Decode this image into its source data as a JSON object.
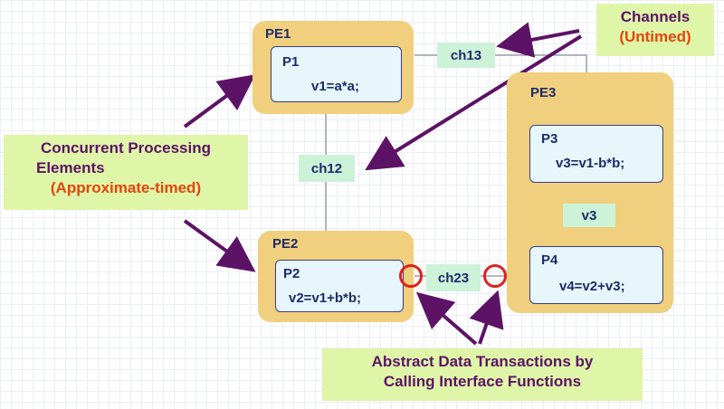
{
  "channels_callout": {
    "line1": "Channels",
    "line2": "(Untimed)"
  },
  "pe_callout": {
    "line1": "Concurrent Processing",
    "line2": "Elements",
    "line3": "(Approximate-timed)"
  },
  "transactions_callout": {
    "line1": "Abstract Data Transactions by",
    "line2": "Calling Interface Functions"
  },
  "pe1": {
    "label": "PE1",
    "process": {
      "name": "P1",
      "code": "v1=a*a;"
    }
  },
  "pe2": {
    "label": "PE2",
    "process": {
      "name": "P2",
      "code": "v2=v1+b*b;"
    }
  },
  "pe3": {
    "label": "PE3",
    "process_a": {
      "name": "P3",
      "code": "v3=v1-b*b;"
    },
    "process_b": {
      "name": "P4",
      "code": "v4=v2+v3;"
    }
  },
  "channels": {
    "ch13": "ch13",
    "ch12": "ch12",
    "ch23": "ch23",
    "v3": "v3"
  },
  "colors": {
    "pe_fill": "#f0cf7e",
    "process_fill": "#e6f6fb",
    "channel_fill": "#ccf2d8",
    "callout_fill": "#dff5a8",
    "arrow": "#5c1366",
    "port_circle": "#e0201c",
    "emphasis_text": "#e8430e"
  }
}
